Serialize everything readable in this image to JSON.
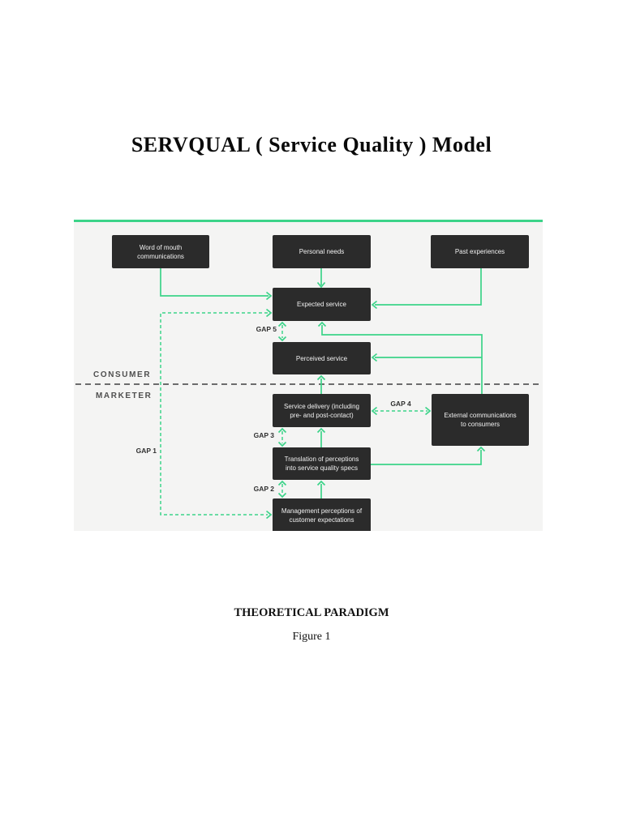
{
  "page": {
    "title": "SERVQUAL ( Service Quality ) Model",
    "caption_heading": "THEORETICAL PARADIGM",
    "caption_figure": "Figure 1"
  },
  "diagram": {
    "zones": {
      "consumer": "CONSUMER",
      "marketer": "MARKETER"
    },
    "boxes": [
      {
        "id": "word-of-mouth",
        "label": "Word of mouth\ncommunications"
      },
      {
        "id": "personal-needs",
        "label": "Personal needs"
      },
      {
        "id": "past-experiences",
        "label": "Past experiences"
      },
      {
        "id": "expected-service",
        "label": "Expected service"
      },
      {
        "id": "perceived-service",
        "label": "Perceived service"
      },
      {
        "id": "service-delivery",
        "label": "Service delivery (including\npre- and post-contact)"
      },
      {
        "id": "external-communications",
        "label": "External communications\nto consumers"
      },
      {
        "id": "translation",
        "label": "Translation of perceptions\ninto service quality specs"
      },
      {
        "id": "management-perceptions",
        "label": "Management perceptions of\ncustomer expectations"
      }
    ],
    "gaps": {
      "gap1": "GAP 1",
      "gap2": "GAP 2",
      "gap3": "GAP 3",
      "gap4": "GAP 4",
      "gap5": "GAP 5"
    },
    "connections": [
      {
        "from": "Word of mouth communications",
        "to": "Expected service",
        "style": "solid"
      },
      {
        "from": "Personal needs",
        "to": "Expected service",
        "style": "solid"
      },
      {
        "from": "Past experiences",
        "to": "Expected service",
        "style": "solid"
      },
      {
        "from": "External communications to consumers",
        "to": "Expected service",
        "style": "solid"
      },
      {
        "from": "External communications to consumers",
        "to": "Perceived service",
        "style": "solid"
      },
      {
        "from": "Service delivery (including pre- and post-contact)",
        "to": "Perceived service",
        "style": "solid"
      },
      {
        "from": "Translation of perceptions into service quality specs",
        "to": "Service delivery (including pre- and post-contact)",
        "style": "solid"
      },
      {
        "from": "Management perceptions of customer expectations",
        "to": "Translation of perceptions into service quality specs",
        "style": "solid"
      },
      {
        "from": "Translation of perceptions into service quality specs",
        "to": "External communications to consumers",
        "style": "solid"
      },
      {
        "between": [
          "Expected service",
          "Perceived service"
        ],
        "gap": "GAP 5",
        "style": "dashed"
      },
      {
        "between": [
          "Service delivery",
          "Translation of perceptions"
        ],
        "gap": "GAP 3",
        "style": "dashed"
      },
      {
        "between": [
          "Translation of perceptions",
          "Management perceptions"
        ],
        "gap": "GAP 2",
        "style": "dashed"
      },
      {
        "between": [
          "Service delivery",
          "External communications to consumers"
        ],
        "gap": "GAP 4",
        "style": "dashed"
      },
      {
        "between": [
          "Expected service",
          "Management perceptions of customer expectations"
        ],
        "gap": "GAP 1",
        "style": "dashed"
      }
    ],
    "colors": {
      "arrow_green": "#3cd389",
      "figure_background": "#f4f4f3",
      "box_background": "#2b2b2b",
      "box_text": "#f1f1f1",
      "divider_gray": "#3f3f3f",
      "zone_label_gray": "#4f4f4f",
      "gap_label_dark": "#303030"
    }
  }
}
